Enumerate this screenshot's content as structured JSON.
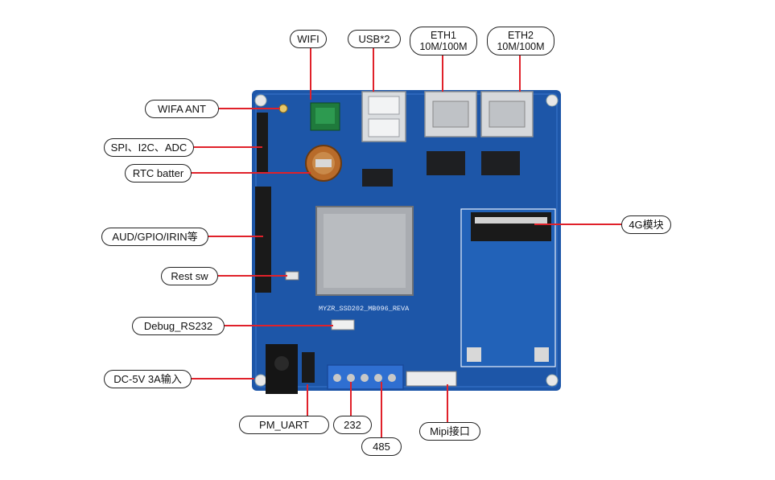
{
  "board": {
    "silkscreen": "MYZR_SSD202_MB096_REVA"
  },
  "colors": {
    "pcb": "#1d56a8",
    "pcb_dark": "#143f82",
    "leader": "#e0212a",
    "callout_border": "#222222",
    "chip": "#a9acb1",
    "terminal": "#2f6fd1"
  },
  "labels": {
    "wifi": "WIFI",
    "usb": "USB*2",
    "eth1_line1": "ETH1",
    "eth1_line2": "10M/100M",
    "eth2_line1": "ETH2",
    "eth2_line2": "10M/100M",
    "wifa_ant": "WIFA ANT",
    "spi_i2c_adc": "SPI、I2C、ADC",
    "rtc_batter": "RTC batter",
    "aud_gpio": "AUD/GPIO/IRIN等",
    "rest_sw": "Rest sw",
    "debug_rs232": "Debug_RS232",
    "dc_in": "DC-5V 3A输入",
    "module_4g": "4G模块",
    "pm_uart": "PM_UART",
    "rs232": "232",
    "rs485": "485",
    "mipi": "Mipi接口"
  }
}
